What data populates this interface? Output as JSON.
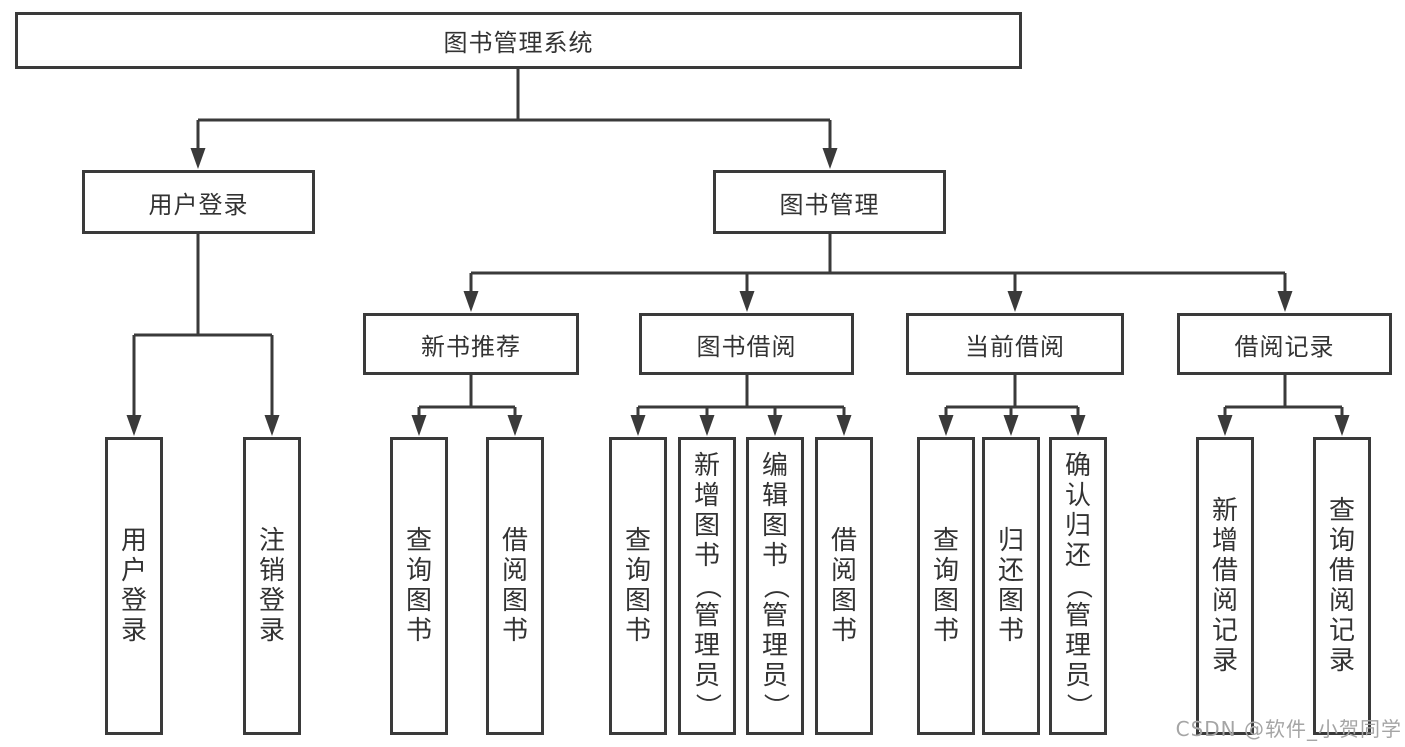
{
  "nodes": {
    "root": "图书管理系统",
    "l2": [
      "用户登录",
      "图书管理"
    ],
    "l3": [
      "新书推荐",
      "图书借阅",
      "当前借阅",
      "借阅记录"
    ],
    "l4_login": [
      "用户登录",
      "注销登录"
    ],
    "l4_recommend": [
      "查询图书",
      "借阅图书"
    ],
    "l4_borrow": [
      "查询图书",
      "新增图书（管理员）",
      "编辑图书（管理员）",
      "借阅图书"
    ],
    "l4_current": [
      "查询图书",
      "归还图书",
      "确认归还（管理员）"
    ],
    "l4_records": [
      "新增借阅记录",
      "查询借阅记录"
    ]
  },
  "watermark": "CSDN @软件_小贺同学",
  "colors": {
    "line": "#3a3a3a",
    "text": "#333333",
    "box_bg": "#ffffff",
    "watermark": "#a5a5a5"
  }
}
